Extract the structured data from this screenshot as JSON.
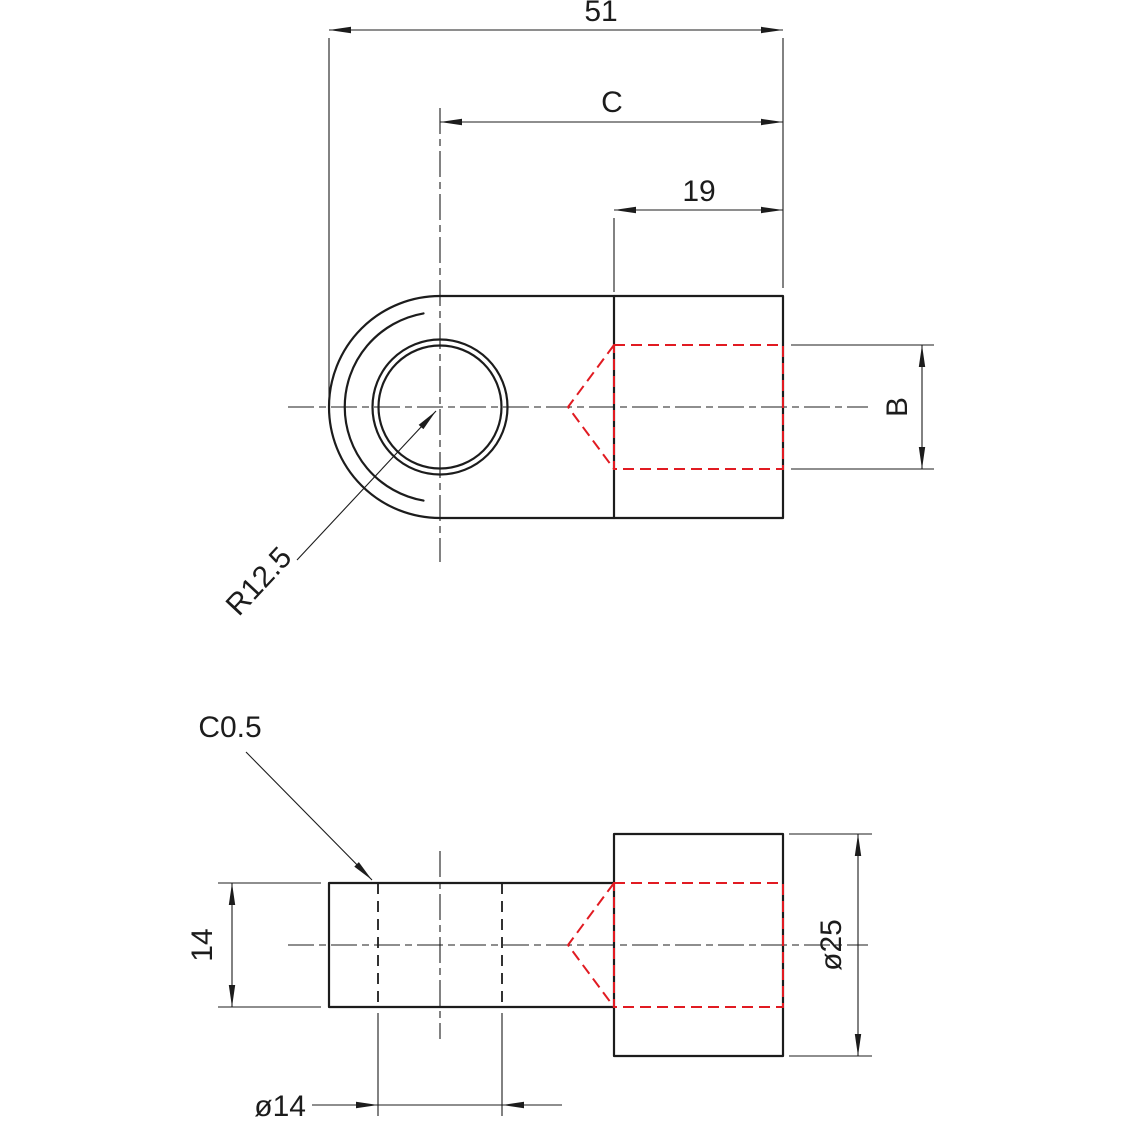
{
  "drawing": {
    "colors": {
      "outline": "#1c1c1c",
      "thread_highlight": "#e11b22",
      "background": "#ffffff"
    },
    "top_view": {
      "dim_overall_length": "51",
      "dim_center_to_end": "C",
      "dim_thread_depth": "19",
      "dim_thread_size": "B",
      "dim_eye_radius": "R12.5"
    },
    "bottom_view": {
      "chamfer_label": "C0.5",
      "dim_flat_thickness": "14",
      "dim_hole_diameter": "ø14",
      "dim_body_diameter": "ø25"
    }
  }
}
